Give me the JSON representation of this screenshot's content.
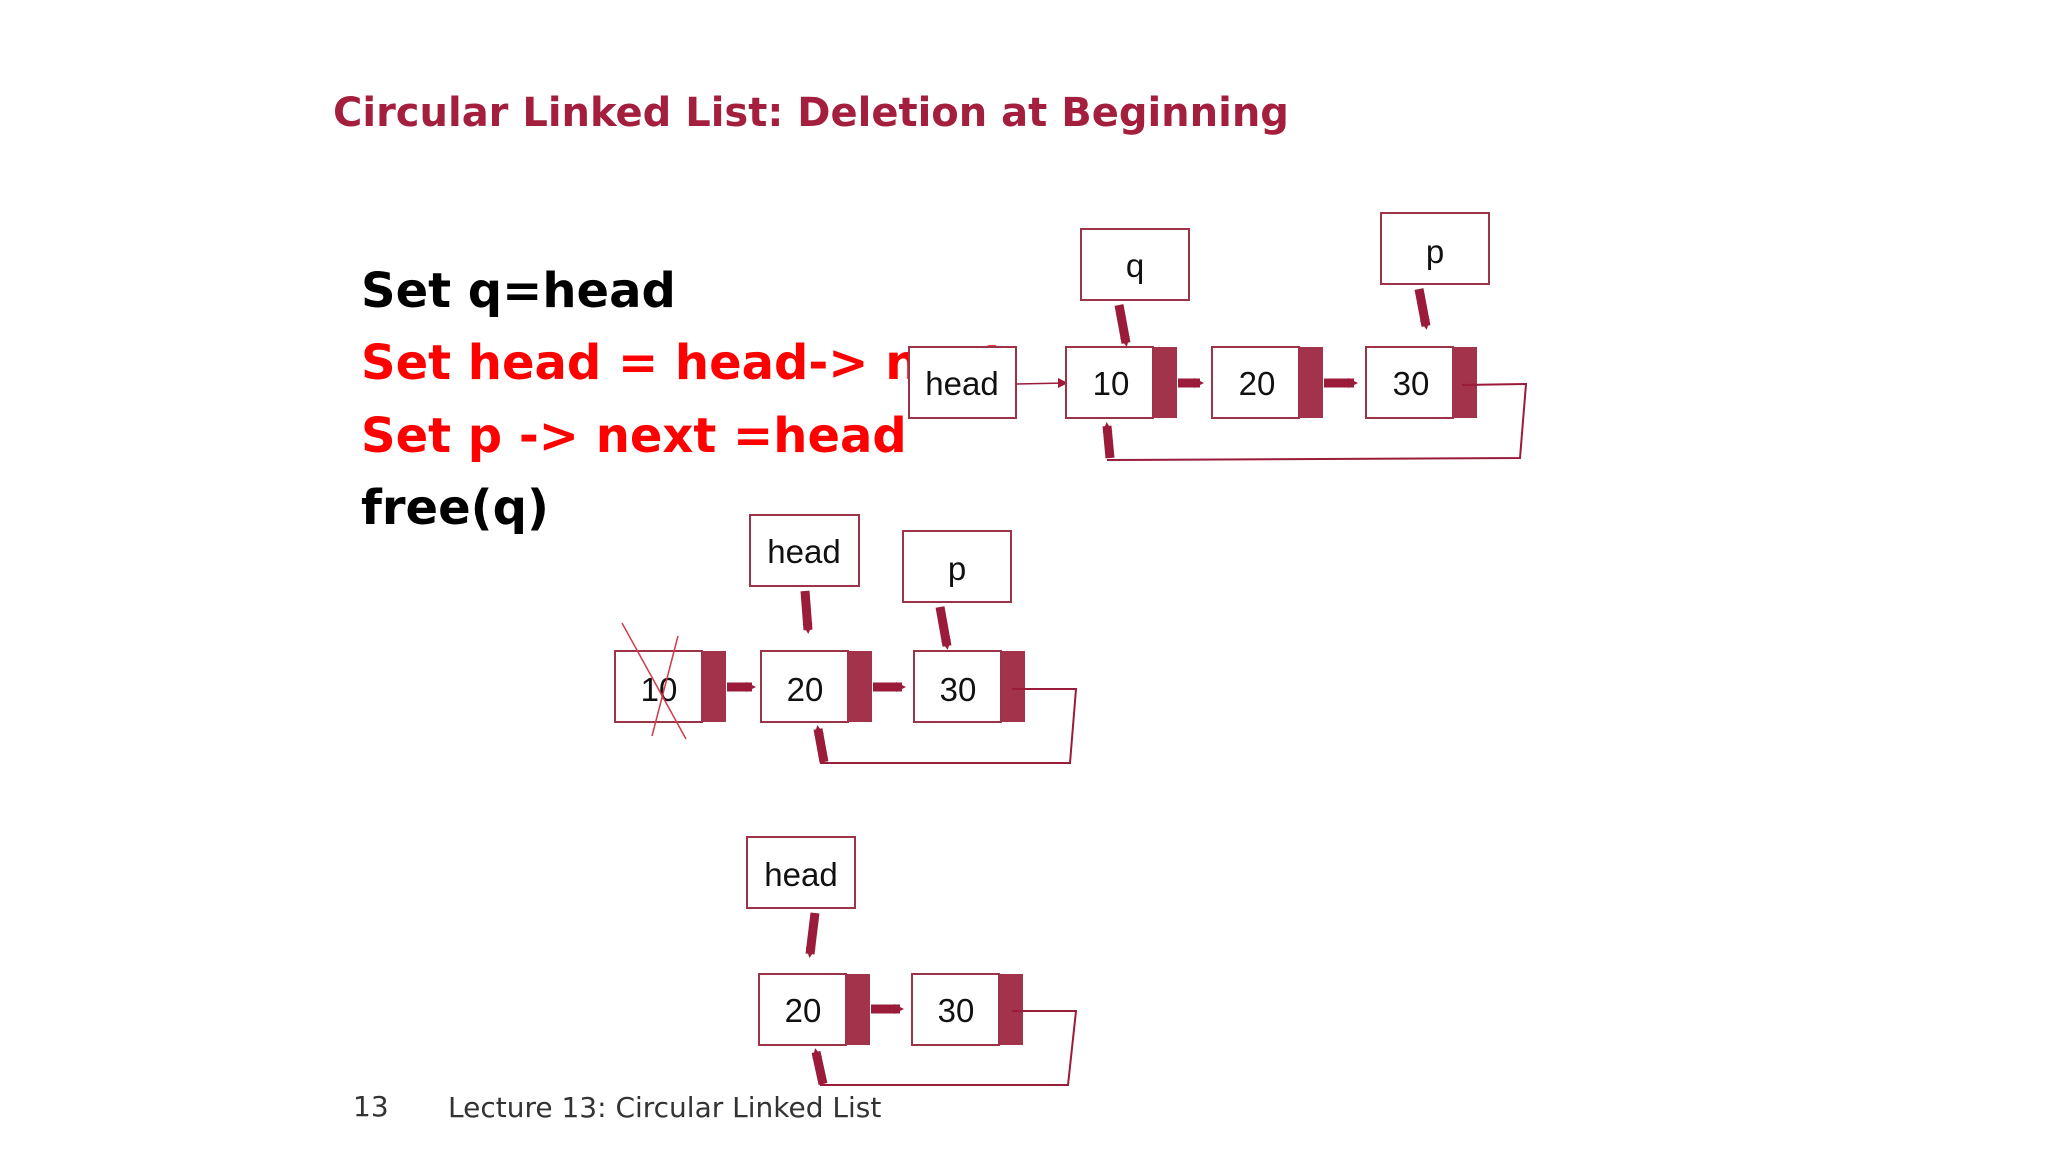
{
  "title": "Circular Linked List: Deletion at Beginning",
  "code": [
    {
      "text": "Set q=head",
      "color": "#000000"
    },
    {
      "text": "Set head = head-> next",
      "color": "#ff0000"
    },
    {
      "text": "Set p -> next =head",
      "color": "#ff0000"
    },
    {
      "text": "free(q)",
      "color": "#000000"
    }
  ],
  "footer": {
    "page": "13",
    "text": "Lecture 13: Circular Linked List"
  },
  "colors": {
    "accent": "#a31f3d",
    "node_border": "#9c3347",
    "arrow": "#9a1b3a",
    "cross": "#d23b4b"
  },
  "diagram": {
    "top": {
      "labels": {
        "head": "head",
        "q": "q",
        "p": "p"
      },
      "nodes": [
        "10",
        "20",
        "30"
      ]
    },
    "middle": {
      "labels": {
        "head": "head",
        "p": "p"
      },
      "nodes": [
        "10",
        "20",
        "30"
      ],
      "deleted": "10"
    },
    "bottom": {
      "labels": {
        "head": "head"
      },
      "nodes": [
        "20",
        "30"
      ]
    }
  }
}
